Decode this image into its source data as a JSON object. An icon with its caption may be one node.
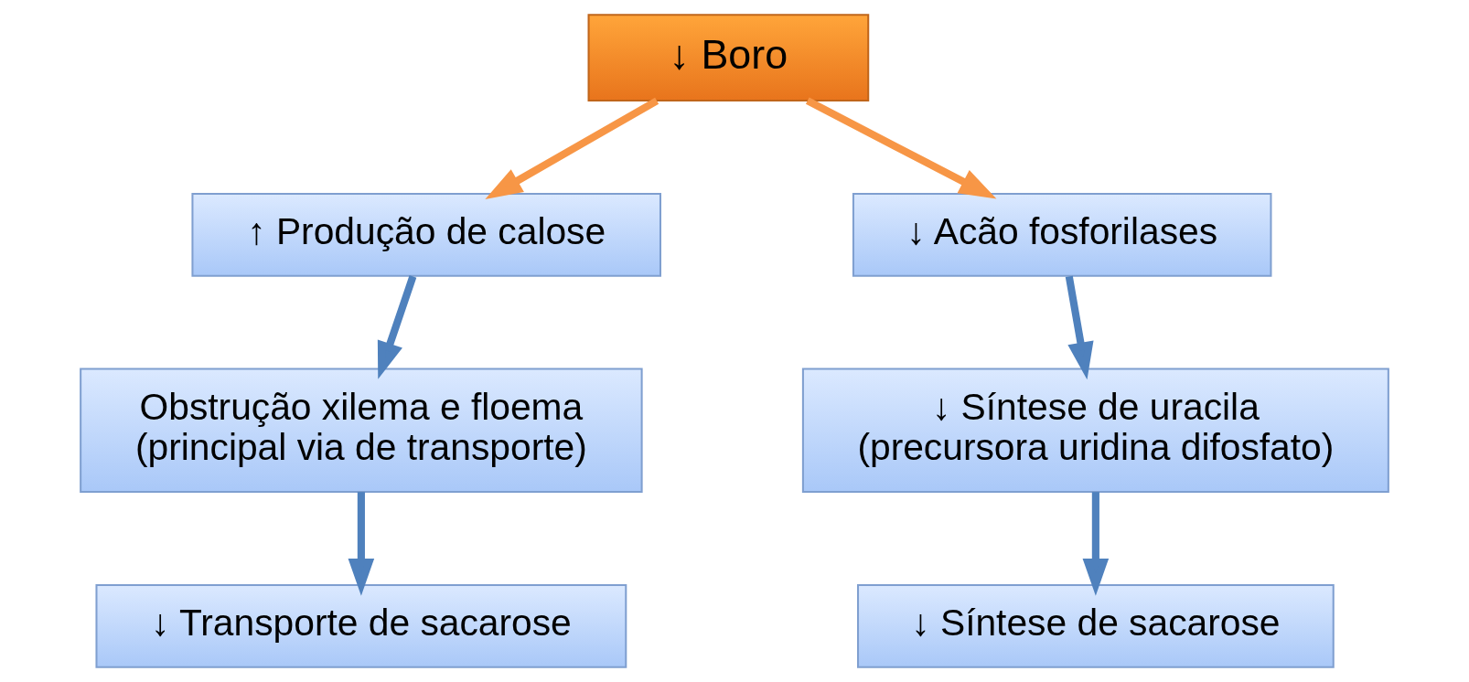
{
  "diagram": {
    "nodes": [
      {
        "text": [
          "↓ Boro"
        ]
      },
      {
        "text": [
          "↑ Produção de calose"
        ]
      },
      {
        "text": [
          "↓ Acão fosforilases"
        ]
      },
      {
        "text": [
          "Obstrução xilema e floema (principal via de transporte)"
        ]
      },
      {
        "text": [
          "↓ Síntese de uracila (precursora uridina difosfato)"
        ]
      },
      {
        "text": [
          "↓ Transporte de sacarose"
        ]
      },
      {
        "text": [
          "↓ Síntese de sacarose"
        ]
      }
    ],
    "edges": [
      {
        "from": 0,
        "to": 1,
        "arrow": "to",
        "color": "#f79646"
      },
      {
        "from": 0,
        "to": 2,
        "arrow": "to",
        "color": "#f79646"
      },
      {
        "from": 1,
        "to": 3,
        "arrow": "to"
      },
      {
        "from": 2,
        "to": 4,
        "arrow": "to"
      },
      {
        "from": 3,
        "to": 5,
        "arrow": "to"
      },
      {
        "from": 4,
        "to": 6,
        "arrow": "to"
      }
    ]
  }
}
